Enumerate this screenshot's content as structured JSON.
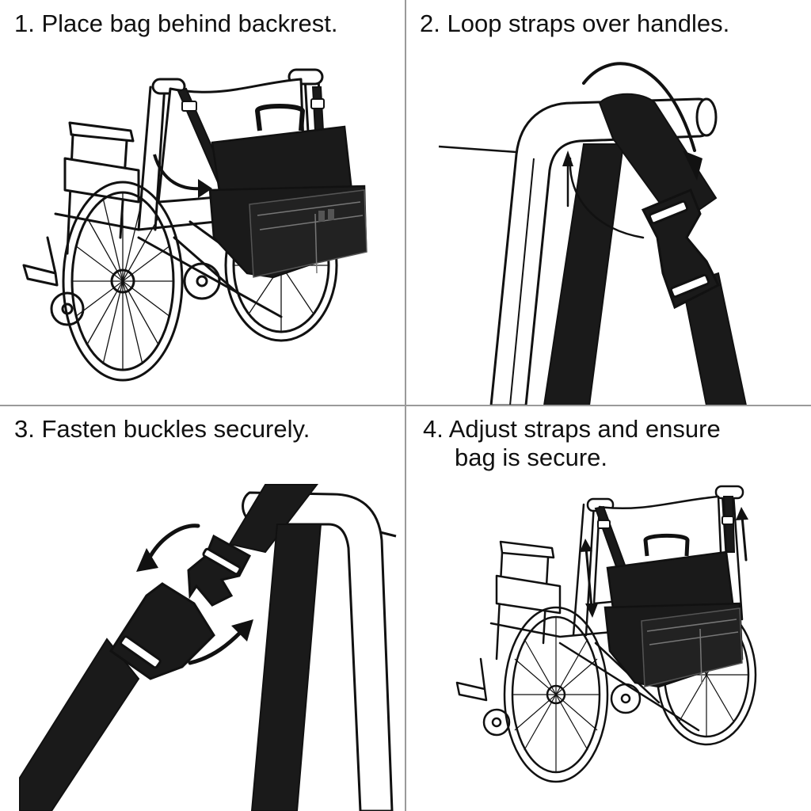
{
  "steps": [
    {
      "text": "1. Place bag behind backrest."
    },
    {
      "text": "2. Loop straps over handles."
    },
    {
      "text": "3. Fasten buckles securely."
    },
    {
      "text": "4. Adjust straps and ensure",
      "text_line2": "bag is secure."
    }
  ],
  "colors": {
    "strap": "#1a1a1a",
    "outline": "#111111",
    "background": "#ffffff",
    "divider": "#9a9a9a"
  },
  "icons": [
    "wheelchair-icon",
    "bag-icon",
    "strap-icon",
    "buckle-icon",
    "arrow-icon"
  ]
}
